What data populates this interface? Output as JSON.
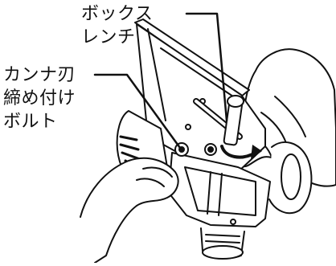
{
  "labels": {
    "box_wrench": {
      "line1": "ボックス",
      "line2": "レンチ"
    },
    "blade_bolt": {
      "line1": "カンナ刃",
      "line2": "締め付け",
      "line3": "ボルト"
    }
  },
  "colors": {
    "ink": "#111111",
    "paper": "#ffffff",
    "shade": "#cfcfcf"
  },
  "icons": {
    "rotation": "curved-arrow-icon"
  }
}
